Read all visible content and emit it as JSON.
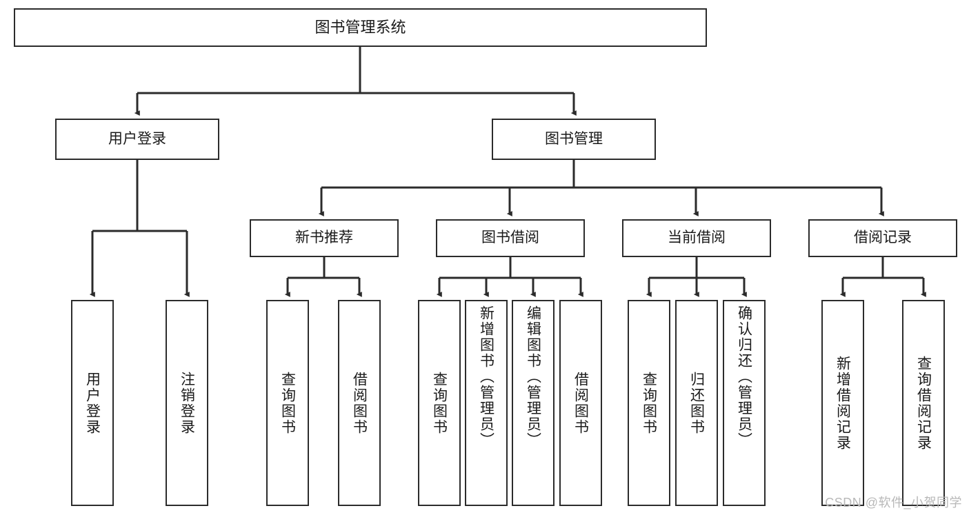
{
  "diagram": {
    "title": "图书管理系统",
    "type": "tree-hierarchy-diagram",
    "colors": {
      "box_border": "#2b2b2b",
      "box_fill": "#ffffff",
      "connector": "#2b2b2b",
      "text": "#1a1a1a",
      "watermark": "#b8b8b8"
    },
    "levels": {
      "root": {
        "label": "图书管理系统"
      },
      "level2": [
        {
          "label": "用户登录"
        },
        {
          "label": "图书管理"
        }
      ],
      "level3": [
        {
          "label": "新书推荐"
        },
        {
          "label": "图书借阅"
        },
        {
          "label": "当前借阅"
        },
        {
          "label": "借阅记录"
        }
      ],
      "leaves": {
        "user_login": [
          {
            "label": "用户登录"
          },
          {
            "label": "注销登录"
          }
        ],
        "new_book_recommend": [
          {
            "label": "查询图书"
          },
          {
            "label": "借阅图书"
          }
        ],
        "book_borrow": [
          {
            "label": "查询图书"
          },
          {
            "label": "新增图书（管理员）"
          },
          {
            "label": "编辑图书（管理员）"
          },
          {
            "label": "借阅图书"
          }
        ],
        "current_borrow": [
          {
            "label": "查询图书"
          },
          {
            "label": "归还图书"
          },
          {
            "label": "确认归还（管理员）"
          }
        ],
        "borrow_record": [
          {
            "label": "新增借阅记录"
          },
          {
            "label": "查询借阅记录"
          }
        ]
      }
    }
  },
  "watermark": {
    "text": "CSDN @软件_小贺同学"
  }
}
